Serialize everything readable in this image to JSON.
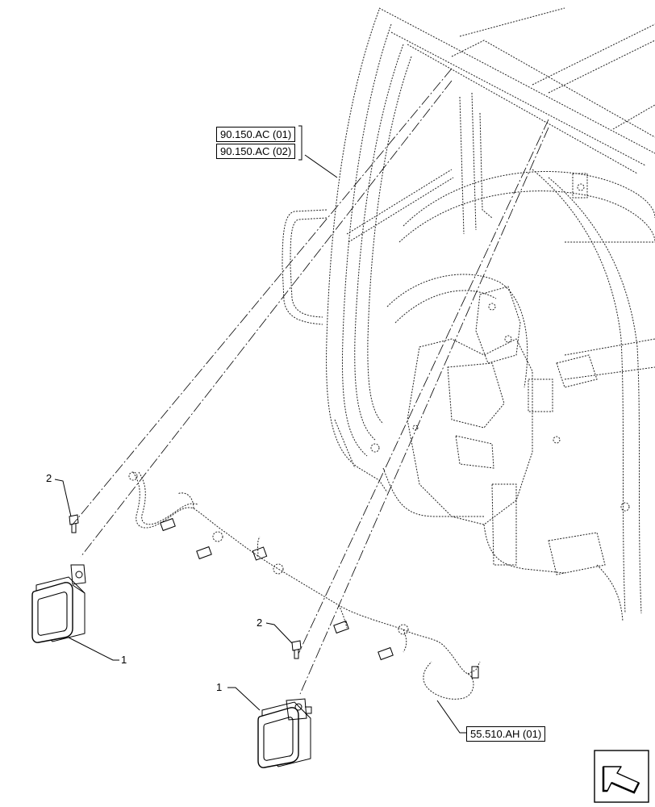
{
  "references": {
    "ref_top_1": "90.150.AC (01)",
    "ref_top_2": "90.150.AC (02)",
    "ref_harness": "55.510.AH (01)"
  },
  "callouts": {
    "lamp_left": "1",
    "bolt_left": "2",
    "lamp_right": "1",
    "bolt_right": "2"
  },
  "icons": {
    "corner": "view-direction-arrow-icon"
  }
}
